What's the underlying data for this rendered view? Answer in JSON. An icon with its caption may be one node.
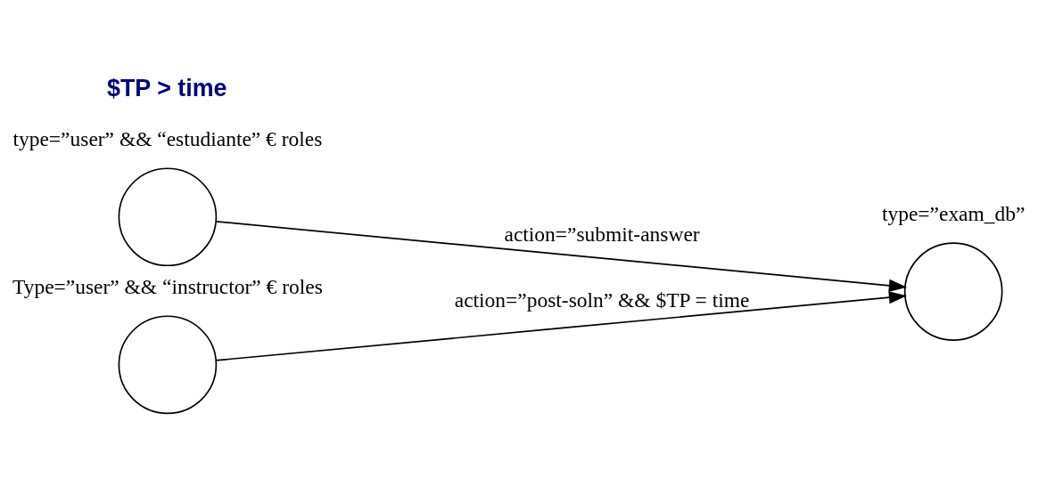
{
  "diagram": {
    "nodes": [
      {
        "text": [],
        "shape": "circle",
        "beside": [
          "type=”user” && “estudiante” € roles"
        ]
      },
      {
        "text": [],
        "shape": "circle",
        "beside": [
          "Type=”user” && “instructor” € roles"
        ]
      },
      {
        "text": [],
        "shape": "circle",
        "beside": [
          "type=”exam_db”"
        ]
      }
    ],
    "edges": [
      {
        "from": 0,
        "to": 2,
        "arrow": "to",
        "label": "action=”submit-answer"
      },
      {
        "from": 1,
        "to": 2,
        "arrow": "to",
        "label": "action=”post-soln” && $TP = time"
      }
    ],
    "labels": [
      "$TP > time"
    ]
  }
}
